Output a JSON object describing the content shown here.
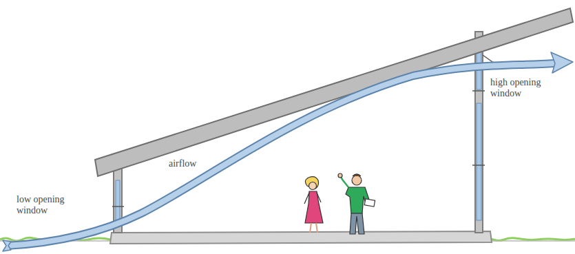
{
  "diagram": {
    "labels": [
      "airflow",
      "low opening window",
      "high opening window"
    ]
  }
}
